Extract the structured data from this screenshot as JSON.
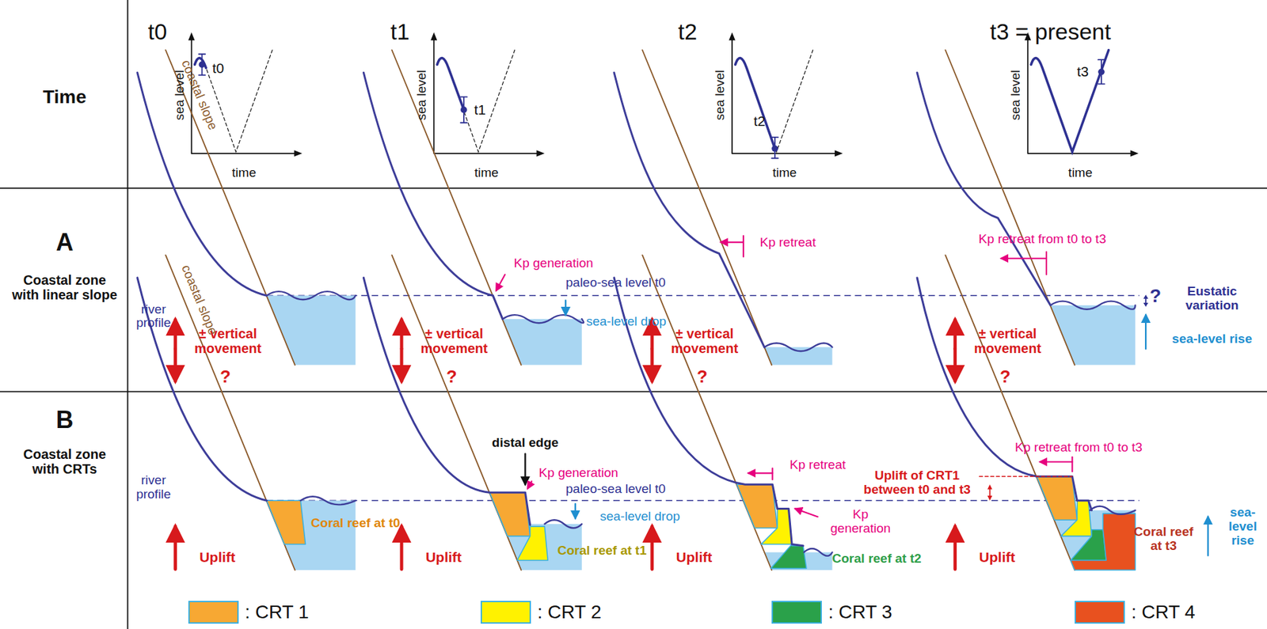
{
  "diagram": {
    "labels": [
      "Time",
      "t0",
      "sea level",
      "time",
      "t0",
      "t1",
      "sea level",
      "time",
      "t1",
      "t2",
      "sea level",
      "time",
      "t2",
      "t3 = present",
      "sea level",
      "time",
      "t3",
      "A",
      "Coastal zone with linear slope",
      "coastal slope",
      "river profile",
      "± vertical movement",
      "?",
      "Kp generation",
      "paleo-sea level t0",
      "sea-level drop",
      "± vertical movement",
      "?",
      "Kp retreat",
      "± vertical movement",
      "?",
      "Kp retreat from t0 to t3",
      "?",
      "Eustatic variation",
      "sea-level rise",
      "± vertical movement",
      "?",
      "B",
      "Coastal zone with CRTs",
      "coastal slope",
      "river profile",
      "Coral reef at t0",
      "Uplift",
      "distal edge",
      "Kp generation",
      "paleo-sea level t0",
      "sea-level drop",
      "Coral reef at t1",
      "Uplift",
      "Kp retreat",
      "Kp generation",
      "Coral reef at t2",
      "Uplift",
      "Uplift of CRT1 between t0 and t3",
      "Kp retreat from t0 to t3",
      "Coral reef at t3",
      "sea-level rise",
      "Uplift"
    ],
    "legend": [
      {
        "text": ": CRT 1",
        "color": "#f7a833"
      },
      {
        "text": ": CRT 2",
        "color": "#fff200"
      },
      {
        "text": ": CRT 3",
        "color": "#2aa14a"
      },
      {
        "text": ": CRT 4",
        "color": "#e8511f"
      }
    ]
  }
}
